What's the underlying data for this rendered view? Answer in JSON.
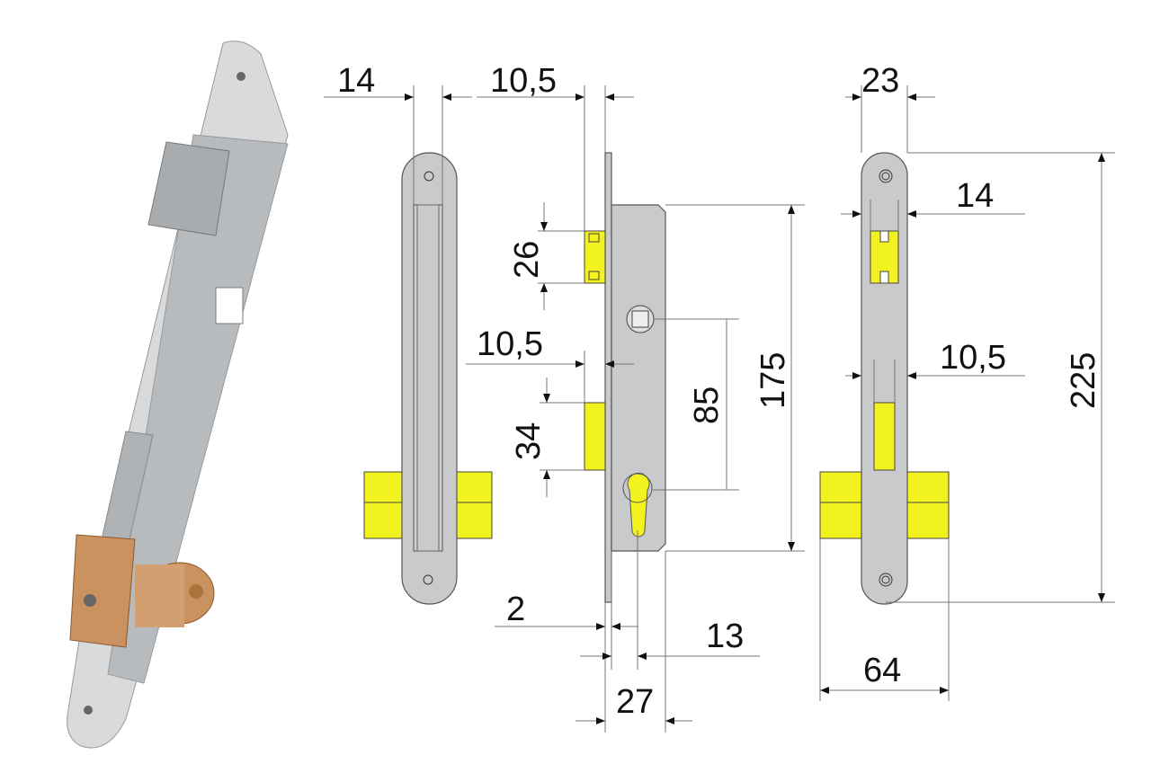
{
  "title": "Mortise lock dimension drawing",
  "colors": {
    "plate": "#c9cacc",
    "brass": "#f2f21e",
    "cylinder_photo": "#c9925e"
  },
  "dimensions": {
    "front_width": "14",
    "latch_offset_top": "10,5",
    "plate_width": "23",
    "latch_height": "26",
    "deadbolt_offset": "10,5",
    "deadbolt_height": "34",
    "center_distance": "85",
    "case_height": "175",
    "plate_height": "225",
    "latch_width": "14",
    "deadbolt_width": "10,5",
    "plate_thickness": "2",
    "cylinder_offset": "13",
    "backset": "27",
    "cylinder_length": "64"
  }
}
